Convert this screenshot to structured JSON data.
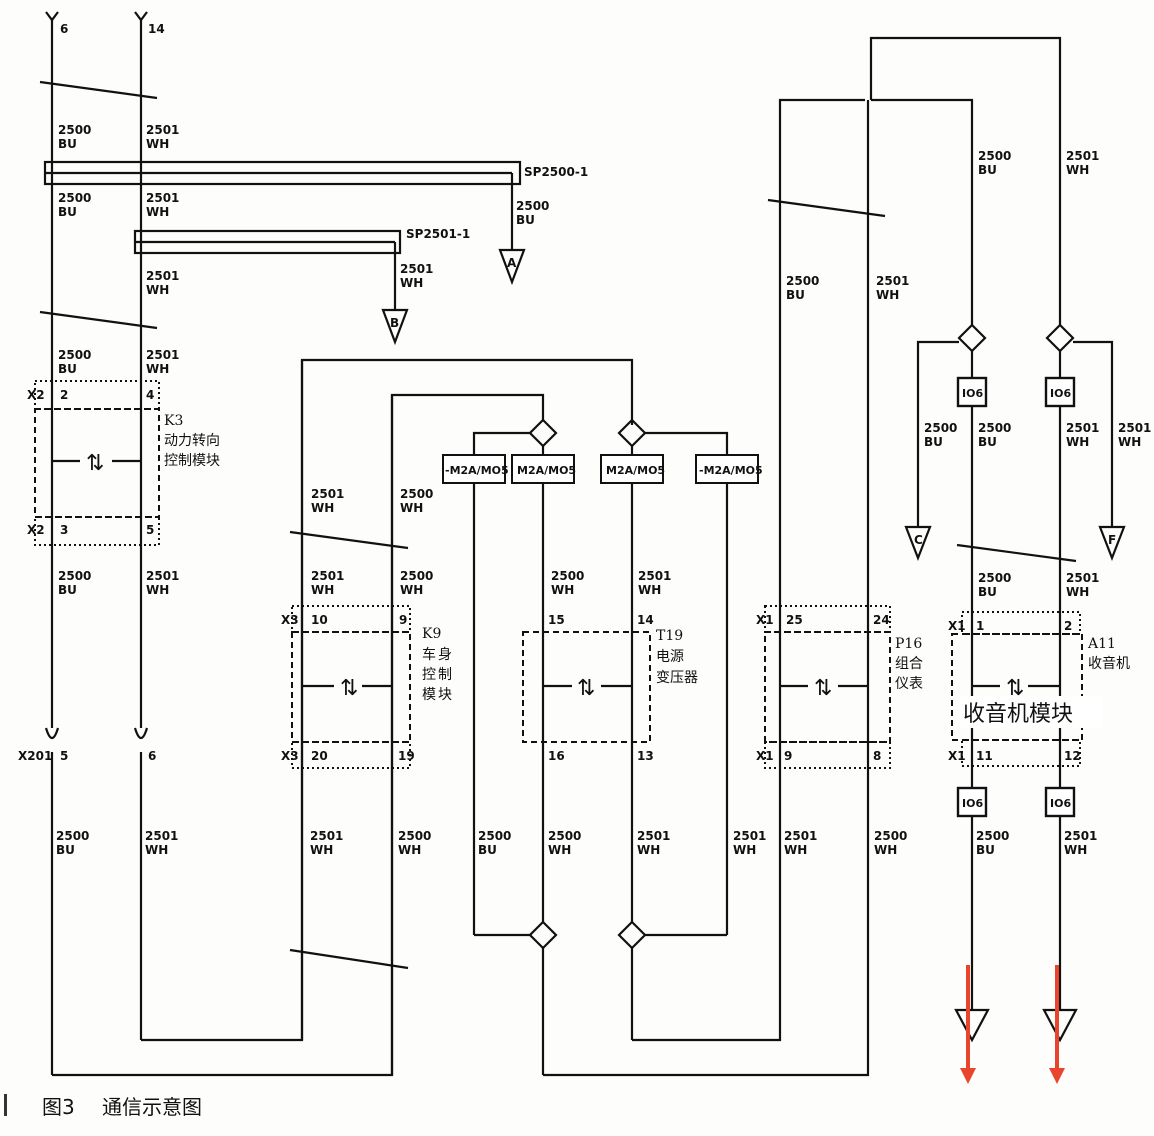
{
  "caption": {
    "figure_no": "图3",
    "title": "通信示意图"
  },
  "top_pins": {
    "left": "6",
    "right": "14"
  },
  "wires": {
    "bu": "2500",
    "wh": "2501",
    "bu_color": "BU",
    "wh_color": "WH"
  },
  "splices": {
    "sp2500": "SP2500-1",
    "sp2501": "SP2501-1"
  },
  "offpage": {
    "a": "A",
    "b": "B",
    "c": "C",
    "f": "F"
  },
  "connectors": {
    "x2": "X2",
    "x3": "X3",
    "x1": "X1",
    "x201": "X201"
  },
  "modules": {
    "k3": {
      "id": "K3",
      "name": "动力转向控制模块",
      "line1": "动力转向",
      "line2": "控制模块",
      "pins_top": [
        "2",
        "4"
      ],
      "pins_bottom": [
        "3",
        "5"
      ]
    },
    "k9": {
      "id": "K9",
      "name": "车身控制模块",
      "chars": [
        "车",
        "身",
        "控",
        "制",
        "模",
        "块"
      ],
      "pins_top": [
        "10",
        "9"
      ],
      "pins_bottom": [
        "20",
        "19"
      ]
    },
    "t19": {
      "id": "T19",
      "name": "电源变压器",
      "line1": "电源",
      "line2": "变压器",
      "pins_top": [
        "15",
        "14"
      ],
      "pins_bottom": [
        "16",
        "13"
      ]
    },
    "p16": {
      "id": "P16",
      "name": "组合仪表",
      "line1": "组合",
      "line2": "仪表",
      "pins_top": [
        "25",
        "24"
      ],
      "pins_bottom": [
        "9",
        "8"
      ]
    },
    "a11": {
      "id": "A11",
      "name": "收音机",
      "pins_top": [
        "1",
        "2"
      ],
      "pins_bottom": [
        "11",
        "12"
      ],
      "annotation": "收音机模块"
    }
  },
  "x201_pins": [
    "5",
    "6"
  ],
  "component_boxes": {
    "m2a_dash": "-M2A/MO5",
    "m2a": "M2A/MO5",
    "io6": "IO6"
  },
  "accent_color": "#e8452c"
}
